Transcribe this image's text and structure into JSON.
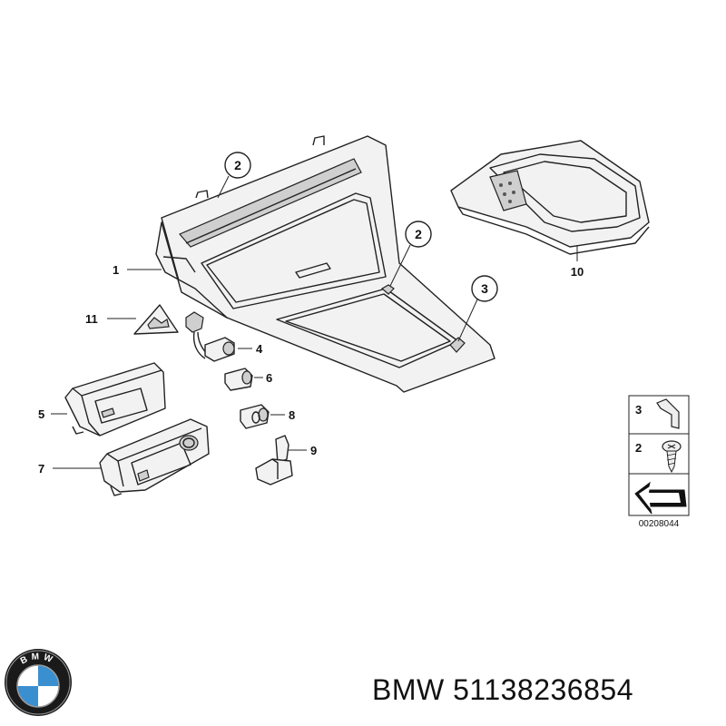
{
  "diagram": {
    "callouts": [
      {
        "id": "1",
        "label": "1"
      },
      {
        "id": "2a",
        "label": "2"
      },
      {
        "id": "2b",
        "label": "2"
      },
      {
        "id": "3",
        "label": "3"
      },
      {
        "id": "4",
        "label": "4"
      },
      {
        "id": "5",
        "label": "5"
      },
      {
        "id": "6",
        "label": "6"
      },
      {
        "id": "7",
        "label": "7"
      },
      {
        "id": "8",
        "label": "8"
      },
      {
        "id": "9",
        "label": "9"
      },
      {
        "id": "10",
        "label": "10"
      },
      {
        "id": "11",
        "label": "11"
      }
    ],
    "legend": {
      "rows": [
        {
          "label": "3"
        },
        {
          "label": "2"
        }
      ]
    },
    "drawing_number": "00208044"
  },
  "footer": {
    "brand": "BMW",
    "part_number": "51138236854",
    "title": "BMW 51138236854",
    "logo_letters": "BMW"
  },
  "colors": {
    "line": "#222222",
    "logo_blue": "#3a8fd0",
    "logo_ring": "#1a1a1a"
  }
}
